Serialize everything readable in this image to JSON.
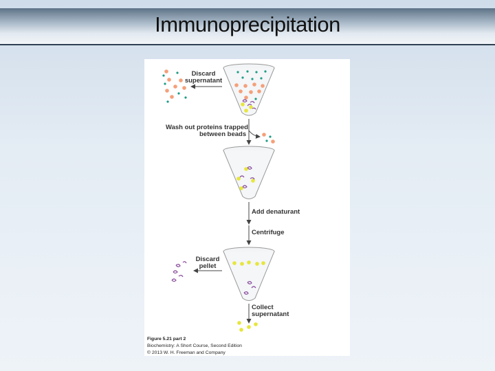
{
  "slide": {
    "title": "Immunoprecipitation"
  },
  "figure": {
    "labels": {
      "discard_supernatant_1": "Discard",
      "discard_supernatant_2": "supernatant",
      "wash_out_1": "Wash out proteins trapped",
      "wash_out_2": "between beads",
      "add_denaturant": "Add denaturant",
      "centrifuge": "Centrifuge",
      "discard_pellet_1": "Discard",
      "discard_pellet_2": "pellet",
      "collect_supernatant_1": "Collect",
      "collect_supernatant_2": "supernatant"
    },
    "caption": {
      "line1": "Figure 5.21 part 2",
      "line2": "Biochemistry: A Short Course, Second Edition",
      "line3": "© 2013 W. H. Freeman and Company"
    },
    "colors": {
      "bead": "#f4a07a",
      "protein_dot": "#1e9c86",
      "yellow_bead": "#e6e63c",
      "antibody": "#8a4d9c",
      "arrow": "#444444"
    }
  }
}
